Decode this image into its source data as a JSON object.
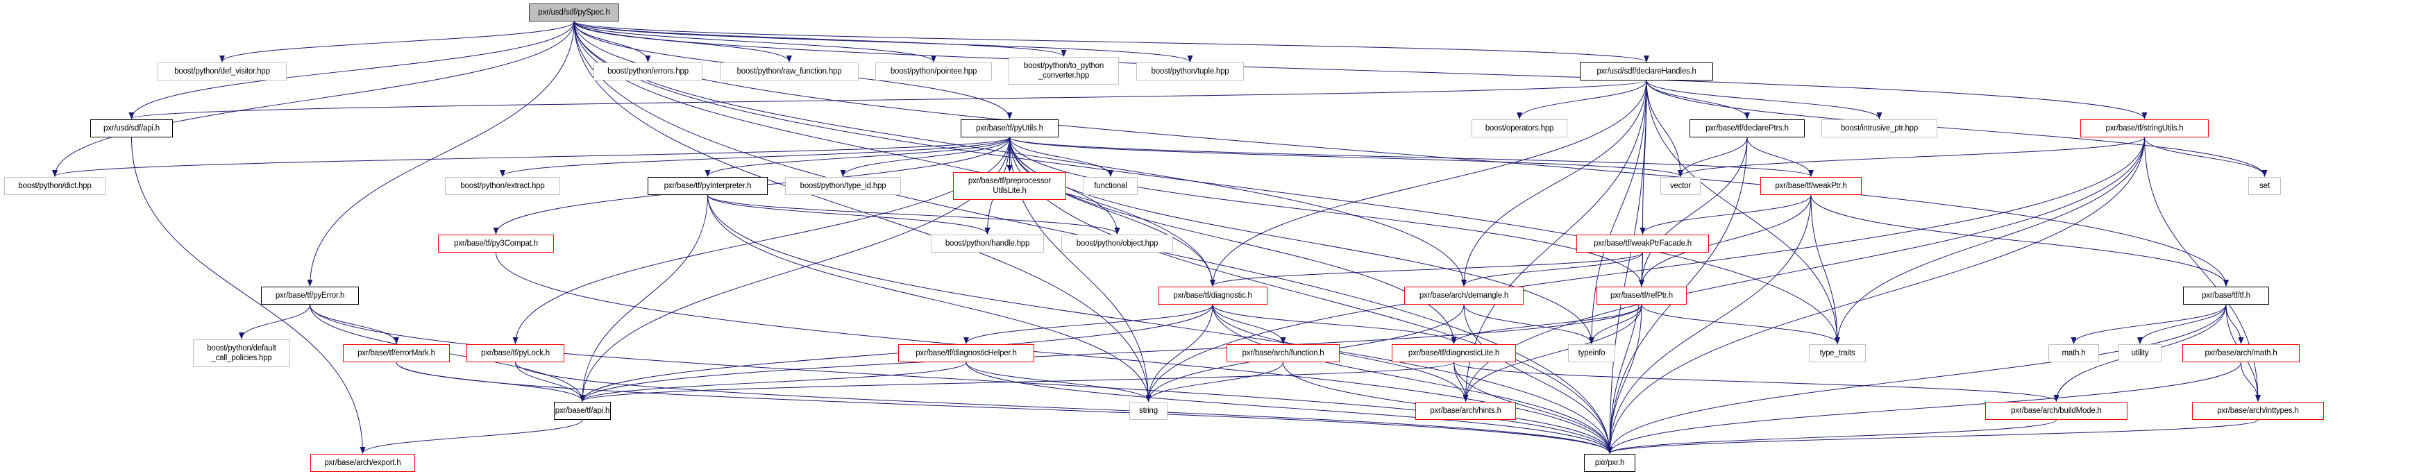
{
  "graph": {
    "edge_color": "#191970",
    "nodes": {
      "pySpec": {
        "label": "pxr/usd/sdf/pySpec.h",
        "kind": "root"
      },
      "def_visitor": {
        "label": "boost/python/def_visitor.hpp",
        "kind": "external"
      },
      "errors": {
        "label": "boost/python/errors.hpp",
        "kind": "external"
      },
      "raw_function": {
        "label": "boost/python/raw_function.hpp",
        "kind": "external"
      },
      "pointee": {
        "label": "boost/python/pointee.hpp",
        "kind": "external"
      },
      "to_python": {
        "label": "boost/python/to_python\n_converter.hpp",
        "kind": "external"
      },
      "tuple": {
        "label": "boost/python/tuple.hpp",
        "kind": "external"
      },
      "declareHandles": {
        "label": "pxr/usd/sdf/declareHandles.h",
        "kind": "documented"
      },
      "sdf_api": {
        "label": "pxr/usd/sdf/api.h",
        "kind": "documented"
      },
      "pyUtils": {
        "label": "pxr/base/tf/pyUtils.h",
        "kind": "documented"
      },
      "operators": {
        "label": "boost/operators.hpp",
        "kind": "external"
      },
      "declarePtrs": {
        "label": "pxr/base/tf/declarePtrs.h",
        "kind": "documented"
      },
      "intrusive_ptr": {
        "label": "boost/intrusive_ptr.hpp",
        "kind": "external"
      },
      "stringUtils": {
        "label": "pxr/base/tf/stringUtils.h",
        "kind": "truncated"
      },
      "dict": {
        "label": "boost/python/dict.hpp",
        "kind": "external"
      },
      "extract": {
        "label": "boost/python/extract.hpp",
        "kind": "external"
      },
      "pyInterpreter": {
        "label": "pxr/base/tf/pyInterpreter.h",
        "kind": "documented"
      },
      "type_id": {
        "label": "boost/python/type_id.hpp",
        "kind": "external"
      },
      "preprocessor": {
        "label": "pxr/base/tf/preprocessor\nUtilsLite.h",
        "kind": "truncated"
      },
      "functional": {
        "label": "functional",
        "kind": "external"
      },
      "vector": {
        "label": "vector",
        "kind": "external"
      },
      "weakPtr": {
        "label": "pxr/base/tf/weakPtr.h",
        "kind": "truncated"
      },
      "set": {
        "label": "set",
        "kind": "external"
      },
      "py3Compat": {
        "label": "pxr/base/tf/py3Compat.h",
        "kind": "truncated"
      },
      "handle": {
        "label": "boost/python/handle.hpp",
        "kind": "external"
      },
      "object": {
        "label": "boost/python/object.hpp",
        "kind": "external"
      },
      "weakPtrFacade": {
        "label": "pxr/base/tf/weakPtrFacade.h",
        "kind": "truncated"
      },
      "pyError": {
        "label": "pxr/base/tf/pyError.h",
        "kind": "documented"
      },
      "diagnostic": {
        "label": "pxr/base/tf/diagnostic.h",
        "kind": "truncated"
      },
      "demangle": {
        "label": "pxr/base/arch/demangle.h",
        "kind": "truncated"
      },
      "refPtr": {
        "label": "pxr/base/tf/refPtr.h",
        "kind": "truncated"
      },
      "tf_h": {
        "label": "pxr/base/tf/tf.h",
        "kind": "documented"
      },
      "default_call": {
        "label": "boost/python/default\n_call_policies.hpp",
        "kind": "external"
      },
      "errorMark": {
        "label": "pxr/base/tf/errorMark.h",
        "kind": "truncated"
      },
      "pyLock": {
        "label": "pxr/base/tf/pyLock.h",
        "kind": "truncated"
      },
      "diagnosticHelper": {
        "label": "pxr/base/tf/diagnosticHelper.h",
        "kind": "truncated"
      },
      "function": {
        "label": "pxr/base/arch/function.h",
        "kind": "truncated"
      },
      "diagnosticLite": {
        "label": "pxr/base/tf/diagnosticLite.h",
        "kind": "truncated"
      },
      "typeinfo": {
        "label": "typeinfo",
        "kind": "external"
      },
      "type_traits": {
        "label": "type_traits",
        "kind": "external"
      },
      "math_h": {
        "label": "math.h",
        "kind": "external"
      },
      "utility": {
        "label": "utility",
        "kind": "external"
      },
      "arch_math": {
        "label": "pxr/base/arch/math.h",
        "kind": "truncated"
      },
      "tf_api": {
        "label": "pxr/base/tf/api.h",
        "kind": "documented"
      },
      "string": {
        "label": "string",
        "kind": "external"
      },
      "hints": {
        "label": "pxr/base/arch/hints.h",
        "kind": "truncated"
      },
      "buildMode": {
        "label": "pxr/base/arch/buildMode.h",
        "kind": "truncated"
      },
      "inttypes": {
        "label": "pxr/base/arch/inttypes.h",
        "kind": "truncated"
      },
      "export": {
        "label": "pxr/base/arch/export.h",
        "kind": "truncated"
      },
      "pxr": {
        "label": "pxr/pxr.h",
        "kind": "documented"
      }
    },
    "edges": [
      [
        "pySpec",
        "def_visitor"
      ],
      [
        "pySpec",
        "errors"
      ],
      [
        "pySpec",
        "raw_function"
      ],
      [
        "pySpec",
        "pointee"
      ],
      [
        "pySpec",
        "to_python"
      ],
      [
        "pySpec",
        "tuple"
      ],
      [
        "pySpec",
        "dict"
      ],
      [
        "pySpec",
        "sdf_api"
      ],
      [
        "pySpec",
        "pyUtils"
      ],
      [
        "pySpec",
        "declareHandles"
      ],
      [
        "pySpec",
        "stringUtils"
      ],
      [
        "pySpec",
        "pyError"
      ],
      [
        "pySpec",
        "diagnostic"
      ],
      [
        "pySpec",
        "demangle"
      ],
      [
        "pySpec",
        "string"
      ],
      [
        "pySpec",
        "tf_h"
      ],
      [
        "pySpec",
        "pxr"
      ],
      [
        "pySpec",
        "type_traits"
      ],
      [
        "declareHandles",
        "sdf_api"
      ],
      [
        "declareHandles",
        "operators"
      ],
      [
        "declareHandles",
        "declarePtrs"
      ],
      [
        "declareHandles",
        "intrusive_ptr"
      ],
      [
        "declareHandles",
        "vector"
      ],
      [
        "declareHandles",
        "weakPtrFacade"
      ],
      [
        "declareHandles",
        "demangle"
      ],
      [
        "declareHandles",
        "diagnostic"
      ],
      [
        "declareHandles",
        "typeinfo"
      ],
      [
        "declareHandles",
        "pxr"
      ],
      [
        "declareHandles",
        "type_traits"
      ],
      [
        "declareHandles",
        "set"
      ],
      [
        "declareHandles",
        "hints"
      ],
      [
        "pyUtils",
        "dict"
      ],
      [
        "pyUtils",
        "extract"
      ],
      [
        "pyUtils",
        "pyInterpreter"
      ],
      [
        "pyUtils",
        "type_id"
      ],
      [
        "pyUtils",
        "preprocessor"
      ],
      [
        "pyUtils",
        "functional"
      ],
      [
        "pyUtils",
        "handle"
      ],
      [
        "pyUtils",
        "object"
      ],
      [
        "pyUtils",
        "py3Compat"
      ],
      [
        "pyUtils",
        "pyLock"
      ],
      [
        "pyUtils",
        "tf_api"
      ],
      [
        "pyUtils",
        "vector"
      ],
      [
        "pyUtils",
        "weakPtr"
      ],
      [
        "pyUtils",
        "refPtr"
      ],
      [
        "pyUtils",
        "diagnostic"
      ],
      [
        "pyUtils",
        "diagnosticLite"
      ],
      [
        "pyUtils",
        "string"
      ],
      [
        "pyUtils",
        "pxr"
      ],
      [
        "pyUtils",
        "typeinfo"
      ],
      [
        "sdf_api",
        "export"
      ],
      [
        "pyError",
        "default_call"
      ],
      [
        "pyError",
        "errorMark"
      ],
      [
        "pyError",
        "tf_api"
      ],
      [
        "pyError",
        "pxr"
      ],
      [
        "errorMark",
        "tf_api"
      ],
      [
        "errorMark",
        "pxr"
      ],
      [
        "pyLock",
        "tf_api"
      ],
      [
        "pyLock",
        "pxr"
      ],
      [
        "py3Compat",
        "pxr"
      ],
      [
        "pyInterpreter",
        "handle"
      ],
      [
        "pyInterpreter",
        "object"
      ],
      [
        "pyInterpreter",
        "tf_api"
      ],
      [
        "pyInterpreter",
        "string"
      ],
      [
        "pyInterpreter",
        "pxr"
      ],
      [
        "declarePtrs",
        "vector"
      ],
      [
        "declarePtrs",
        "weakPtr"
      ],
      [
        "declarePtrs",
        "refPtr"
      ],
      [
        "declarePtrs",
        "pxr"
      ],
      [
        "weakPtr",
        "weakPtrFacade"
      ],
      [
        "weakPtr",
        "refPtr"
      ],
      [
        "weakPtr",
        "type_traits"
      ],
      [
        "weakPtr",
        "pxr"
      ],
      [
        "weakPtr",
        "tf_h"
      ],
      [
        "weakPtrFacade",
        "diagnostic"
      ],
      [
        "weakPtrFacade",
        "demangle"
      ],
      [
        "weakPtrFacade",
        "refPtr"
      ],
      [
        "weakPtrFacade",
        "pxr"
      ],
      [
        "diagnostic",
        "diagnosticHelper"
      ],
      [
        "diagnostic",
        "function"
      ],
      [
        "diagnostic",
        "diagnosticLite"
      ],
      [
        "diagnostic",
        "string"
      ],
      [
        "diagnostic",
        "hints"
      ],
      [
        "diagnostic",
        "tf_api"
      ],
      [
        "diagnostic",
        "pxr"
      ],
      [
        "demangle",
        "typeinfo"
      ],
      [
        "demangle",
        "string"
      ],
      [
        "demangle",
        "pxr"
      ],
      [
        "refPtr",
        "diagnosticLite"
      ],
      [
        "refPtr",
        "typeinfo"
      ],
      [
        "refPtr",
        "type_traits"
      ],
      [
        "refPtr",
        "hints"
      ],
      [
        "refPtr",
        "pxr"
      ],
      [
        "refPtr",
        "tf_api"
      ],
      [
        "diagnosticHelper",
        "tf_api"
      ],
      [
        "diagnosticHelper",
        "string"
      ],
      [
        "diagnosticHelper",
        "pxr"
      ],
      [
        "function",
        "string"
      ],
      [
        "function",
        "pxr"
      ],
      [
        "diagnosticLite",
        "hints"
      ],
      [
        "diagnosticLite",
        "tf_api"
      ],
      [
        "diagnosticLite",
        "pxr"
      ],
      [
        "diagnosticLite",
        "buildMode"
      ],
      [
        "stringUtils",
        "vector"
      ],
      [
        "stringUtils",
        "set"
      ],
      [
        "stringUtils",
        "type_traits"
      ],
      [
        "stringUtils",
        "pxr"
      ],
      [
        "stringUtils",
        "inttypes"
      ],
      [
        "stringUtils",
        "string"
      ],
      [
        "stringUtils",
        "hints"
      ],
      [
        "tf_h",
        "math_h"
      ],
      [
        "tf_h",
        "utility"
      ],
      [
        "tf_h",
        "arch_math"
      ],
      [
        "tf_h",
        "buildMode"
      ],
      [
        "tf_h",
        "inttypes"
      ],
      [
        "tf_h",
        "pxr"
      ],
      [
        "arch_math",
        "inttypes"
      ],
      [
        "arch_math",
        "pxr"
      ],
      [
        "buildMode",
        "pxr"
      ],
      [
        "inttypes",
        "pxr"
      ],
      [
        "tf_api",
        "export"
      ]
    ]
  }
}
